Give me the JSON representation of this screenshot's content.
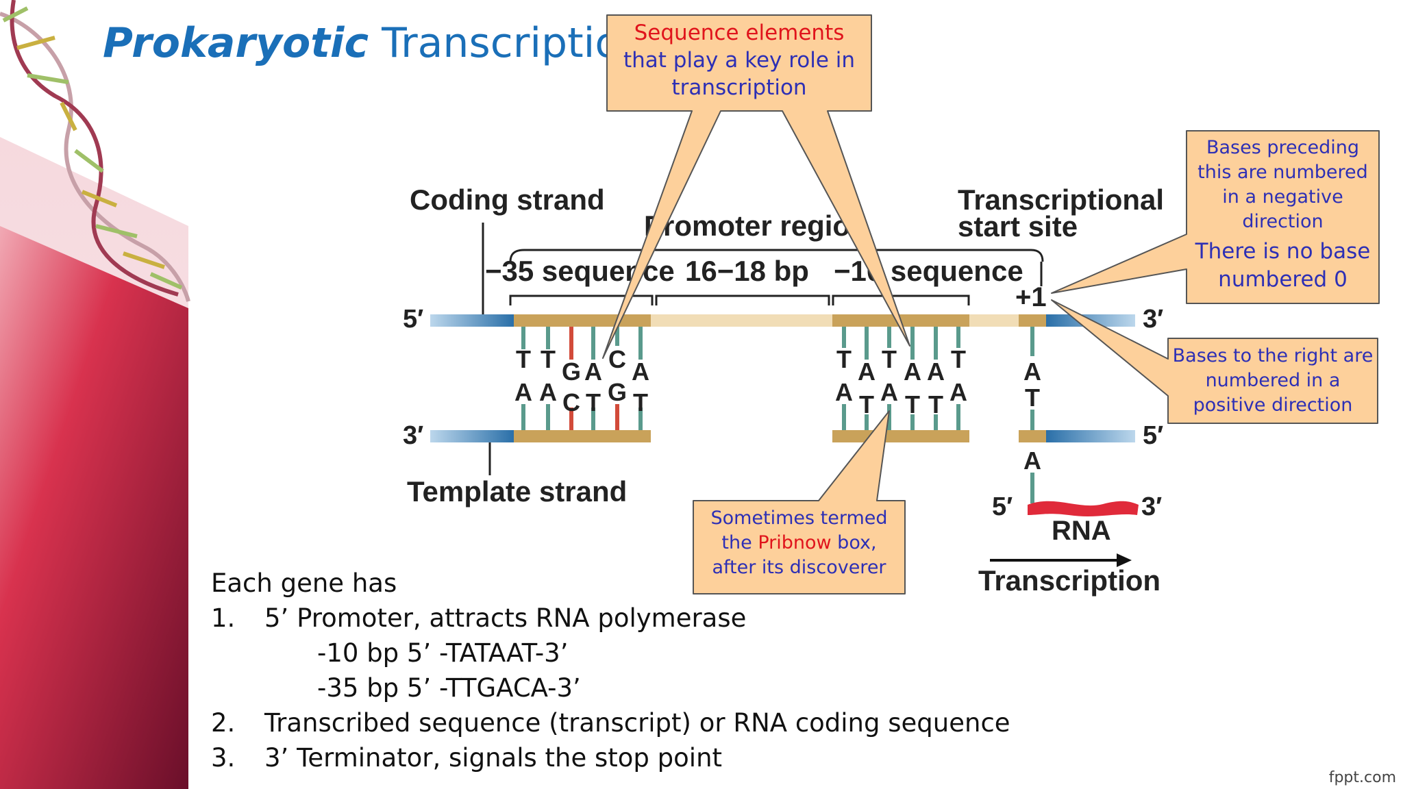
{
  "title": {
    "italic": "Prokaryotic",
    "rest": "Transcription"
  },
  "diagram": {
    "coding_strand": "Coding strand",
    "template_strand": "Template strand",
    "promoter_region": "Promoter region",
    "tx_start_line1": "Transcriptional",
    "tx_start_line2": "start site",
    "minus35_label": "−35 sequence",
    "spacer_label": "16−18 bp",
    "minus10_label": "−10 sequence",
    "plus1": "+1",
    "five_prime": "5′",
    "three_prime": "3′",
    "rna": "RNA",
    "transcription": "Transcription",
    "minus35_top": [
      "T",
      "T",
      "G",
      "A",
      "C",
      "A"
    ],
    "minus35_bottom": [
      "A",
      "A",
      "C",
      "T",
      "G",
      "T"
    ],
    "minus10_top": [
      "T",
      "A",
      "T",
      "A",
      "A",
      "T"
    ],
    "minus10_bottom": [
      "A",
      "T",
      "A",
      "T",
      "T",
      "A"
    ],
    "start_top": "A",
    "start_bottom": "T",
    "rna_base": "A"
  },
  "callouts": {
    "key_role": {
      "line1": "Sequence elements",
      "line2": "that play  a key role in",
      "line3": "transcription"
    },
    "negative": {
      "line1": "Bases preceding",
      "line2": "this are numbered",
      "line3": "in a negative",
      "line4": "direction",
      "line5": "There is no base",
      "line6": "numbered 0"
    },
    "positive": {
      "line1": "Bases to the right are",
      "line2": "numbered in a",
      "line3": "positive direction"
    },
    "pribnow": {
      "line1": "Sometimes termed",
      "line2_pre": "the ",
      "line2_red": "Pribnow",
      "line2_post": " box,",
      "line3": "after its discoverer"
    }
  },
  "list": {
    "intro": "Each gene has",
    "item1_num": "1.",
    "item1": "5’  Promoter, attracts RNA polymerase",
    "sub1": "-10 bp 5’ -TATAAT-3’",
    "sub2": "-35 bp 5’ -TTGACA-3’",
    "item2_num": "2.",
    "item2": "Transcribed sequence (transcript) or RNA coding sequence",
    "item3_num": "3.",
    "item3": "3’ Terminator, signals the stop point"
  },
  "footer": "fppt.com",
  "colors": {
    "accent": "#1a6fb8",
    "callout_fill": "#fdd09b",
    "callout_text": "#2d2fb5",
    "highlight_red": "#e0141c",
    "strand_tan": "#c9a25a",
    "strand_blue": "#2a6fa8"
  }
}
